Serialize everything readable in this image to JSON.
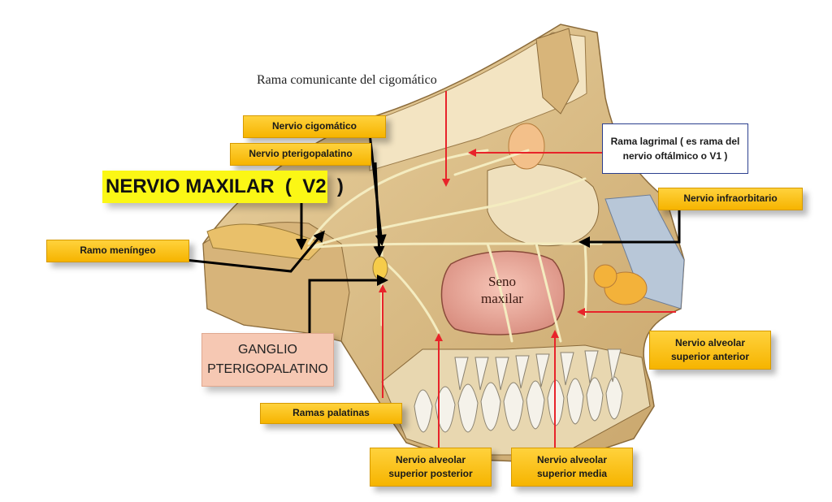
{
  "title": "NERVIO MAXILAR  (  V2  )",
  "caption_top": "Rama comunicante del cigomático",
  "labels": {
    "cigomatico": "Nervio cigomático",
    "pterigopalatino": "Nervio pterigopalatino",
    "meningeo": "Ramo meníngeo",
    "ganglio_line1": "GANGLIO",
    "ganglio_line2": "PTERIGOPALATINO",
    "palatinas": "Ramas  palatinas",
    "lagrimal": "Rama lagrimal  ( es rama del nervio oftálmico o V1 )",
    "infraorbitario": "Nervio infraorbitario",
    "alv_anterior": "Nervio alveolar superior anterior",
    "alv_posterior": "Nervio alveolar superior posterior",
    "alv_media": "Nervio alveolar superior media",
    "seno_line1": "Seno",
    "seno_line2": "maxilar"
  },
  "colors": {
    "label_fill": "#f6b400",
    "title_fill": "#fbf715",
    "ganglio_fill": "#f6c8b3",
    "arrow_red": "#e8232a",
    "arrow_black": "#000000",
    "nerve": "#f0e6b5",
    "bone": "#e0c48d",
    "sinus": "#f2b4a6"
  }
}
